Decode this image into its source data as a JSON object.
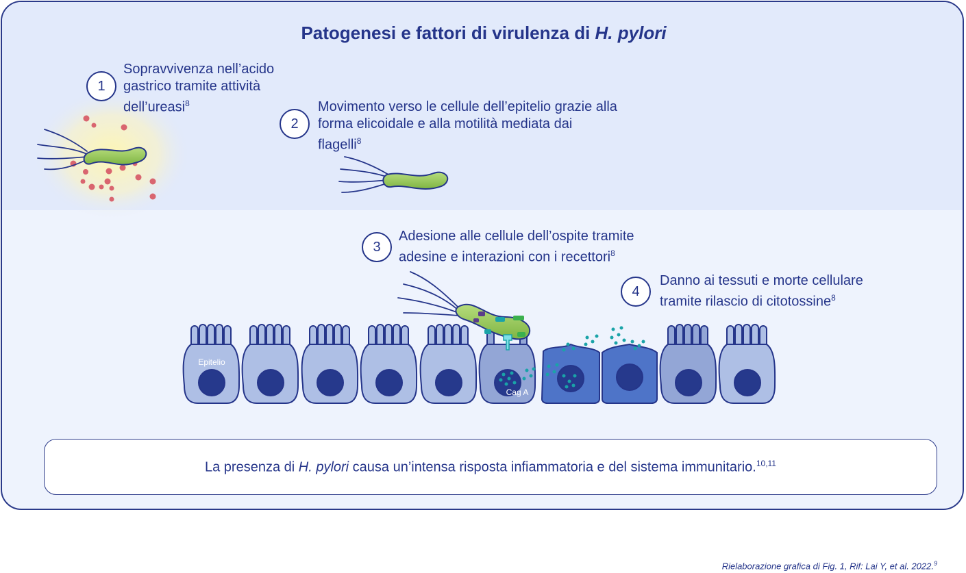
{
  "title": {
    "main": "Patogenesi e fattori di virulenza di ",
    "species": "H. pylori"
  },
  "steps": [
    {
      "number": "1",
      "text": "Sopravvivenza nell’acido gastrico tramite attività dell’ureasi",
      "ref": "8"
    },
    {
      "number": "2",
      "text": "Movimento verso le cellule dell’epitelio grazie alla forma elicoidale e alla motilità mediata dai flagelli",
      "ref": "8"
    },
    {
      "number": "3",
      "text": "Adesione alle cellule dell’ospite tramite adesine e interazioni con i recettori",
      "ref": "8"
    },
    {
      "number": "4",
      "text": "Danno ai tessuti e morte cellulare tramite rilascio di citotossine",
      "ref": "8"
    }
  ],
  "labels": {
    "epithelium": "Epitelio",
    "cag_a": "Cag A"
  },
  "note": {
    "before": "La presenza di ",
    "species": "H. pylori",
    "after": " causa un’intensa risposta infiammatoria e del sistema immunitario.",
    "refs": "10,11"
  },
  "credit": {
    "text": "Rielaborazione grafica di Fig. 1, Rif: Lai Y, et al. 2022.",
    "ref": "9"
  },
  "colors": {
    "navy": "#25358a",
    "cell_light": "#aebfe5",
    "cell_mid": "#93a6d6",
    "cell_damaged": "#4e74c8",
    "nucleus": "#26398c",
    "bacterium": "#8fc44e",
    "acid_dot": "#d9656f",
    "toxin_dot": "#1aa3a8"
  },
  "icons": [
    "bacterium-icon",
    "flagella-icon",
    "urease-glow-icon",
    "toxin-dots-icon"
  ]
}
